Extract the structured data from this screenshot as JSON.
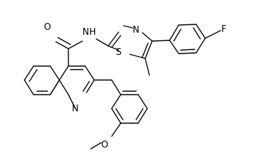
{
  "molecule": {
    "atoms": {
      "amide_oxygen": "O",
      "amide_nitrogen": "NH",
      "thiazole_nitrogen": "N",
      "thiazole_sulfur": "S",
      "quinoline_nitrogen": "N",
      "fluorine": "F",
      "methoxy_oxygen": "O"
    }
  }
}
